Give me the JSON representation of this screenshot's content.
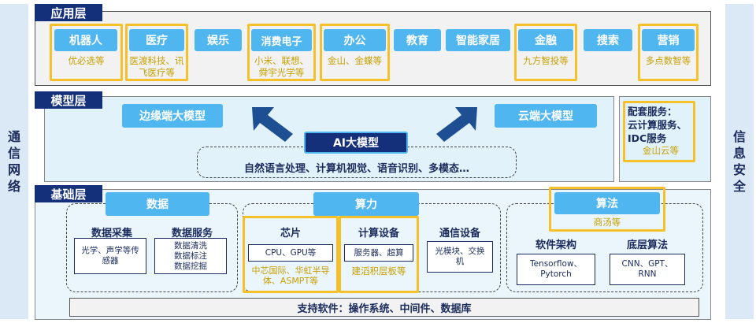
{
  "side": {
    "left": [
      "通",
      "信",
      "网",
      "络"
    ],
    "right": [
      "信",
      "息",
      "安",
      "全"
    ]
  },
  "app_layer": {
    "tab": "应用层",
    "items": [
      {
        "label": "机器人",
        "sub": "优必选等"
      },
      {
        "label": "医疗",
        "sub": "医渡科技、讯飞医疗等"
      },
      {
        "label": "娱乐",
        "sub": ""
      },
      {
        "label": "消费电子",
        "sub": "小米、联想、舜宇光学等"
      },
      {
        "label": "办公",
        "sub": "金山、金蝶等"
      },
      {
        "label": "教育",
        "sub": ""
      },
      {
        "label": "智能家居",
        "sub": ""
      },
      {
        "label": "金融",
        "sub": "九方智投等"
      },
      {
        "label": "搜索",
        "sub": ""
      },
      {
        "label": "营销",
        "sub": "多点数智等"
      }
    ]
  },
  "model_layer": {
    "tab": "模型层",
    "edge": "边缘端大模型",
    "cloud": "云端大模型",
    "ai": "AI大模型",
    "tasks": "自然语言处理、计算机视觉、语音识别、多模态…",
    "services_title": "配套服务：",
    "services_line1": "云计算服务、",
    "services_line2": "IDC服务",
    "services_company": "金山云等"
  },
  "base_layer": {
    "tab": "基础层",
    "data": {
      "title": "数据",
      "collect": {
        "label": "数据采集",
        "detail": "光学、声学等传感器"
      },
      "service": {
        "label": "数据服务",
        "detail_lines": [
          "数据清洗",
          "数据标注",
          "数据挖掘"
        ]
      }
    },
    "compute": {
      "title": "算力",
      "chip": {
        "label": "芯片",
        "detail": "CPU、GPU等",
        "company": "中芯国际、华虹半导体、ASMPT等"
      },
      "device": {
        "label": "计算设备",
        "detail": "服务器、超算",
        "company": "建滔积层板等"
      },
      "comm": {
        "label": "通信设备",
        "detail": "光模块、交换机"
      }
    },
    "algo": {
      "title": "算法",
      "company": "商汤等",
      "framework": {
        "label": "软件架构",
        "detail": "Tensorflow、Pytorch"
      },
      "bottom": {
        "label": "底层算法",
        "detail": "CNN、GPT、RNN"
      }
    },
    "support": "支持软件：操作系统、中间件、数据库"
  },
  "colors": {
    "navy": "#15307a",
    "accent_blue": "#4fb6f0",
    "gold": "#f6c02a",
    "arrow": "#1f4f93"
  }
}
